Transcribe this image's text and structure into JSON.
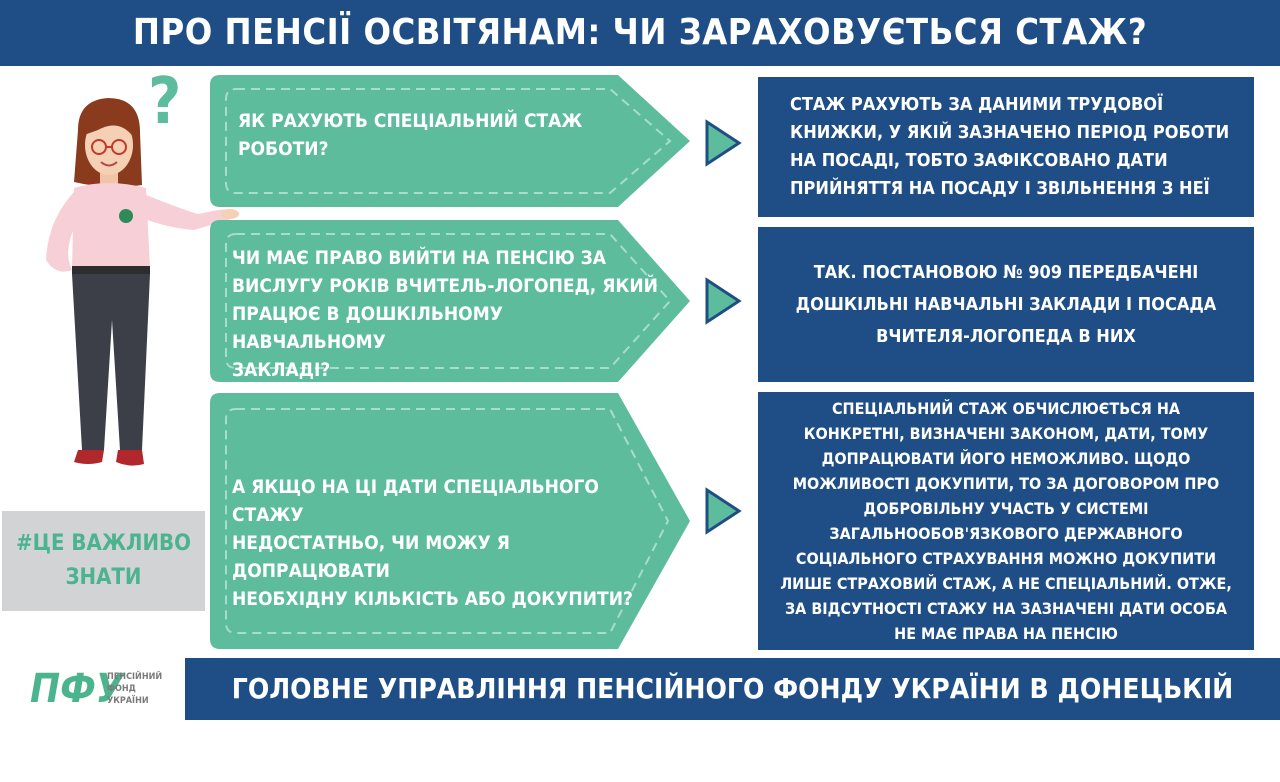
{
  "header": {
    "title": "ПРО ПЕНСІЇ ОСВІТЯНАМ:  ЧИ ЗАРАХОВУЄТЬСЯ СТАЖ?"
  },
  "decor": {
    "question_mark": "?"
  },
  "questions": [
    {
      "lines": [
        "ЯК РАХУЮТЬ СПЕЦІАЛЬНИЙ СТАЖ",
        "РОБОТИ?"
      ]
    },
    {
      "lines": [
        "ЧИ МАЄ ПРАВО ВИЙТИ НА ПЕНСІЮ ЗА",
        "ВИСЛУГУ РОКІВ ВЧИТЕЛЬ-ЛОГОПЕД, ЯКИЙ",
        "ПРАЦЮЄ В ДОШКІЛЬНОМУ НАВЧАЛЬНОМУ",
        "ЗАКЛАДІ?"
      ]
    },
    {
      "lines": [
        "А ЯКЩО НА ЦІ ДАТИ СПЕЦІАЛЬНОГО СТАЖУ",
        "НЕДОСТАТНЬО, ЧИ МОЖУ Я ДОПРАЦЮВАТИ",
        "НЕОБХІДНУ КІЛЬКІСТЬ АБО ДОКУПИТИ?"
      ]
    }
  ],
  "answers": [
    {
      "lines": [
        "СТАЖ РАХУЮТЬ ЗА ДАНИМИ ТРУДОВОЇ",
        "КНИЖКИ, У ЯКІЙ ЗАЗНАЧЕНО ПЕРІОД РОБОТИ",
        "НА ПОСАДІ, ТОБТО ЗАФІКСОВАНО ДАТИ",
        "ПРИЙНЯТТЯ НА ПОСАДУ І ЗВІЛЬНЕННЯ З НЕЇ"
      ]
    },
    {
      "lines": [
        "ТАК. ПОСТАНОВОЮ № 909 ПЕРЕДБАЧЕНІ",
        "ДОШКІЛЬНІ НАВЧАЛЬНІ ЗАКЛАДИ І ПОСАДА",
        "ВЧИТЕЛЯ-ЛОГОПЕДА В НИХ"
      ]
    },
    {
      "lines": [
        "СПЕЦІАЛЬНИЙ СТАЖ ОБЧИСЛЮЄТЬСЯ  НА",
        "КОНКРЕТНІ, ВИЗНАЧЕНІ ЗАКОНОМ, ДАТИ, ТОМУ",
        "ДОПРАЦЮВАТИ  ЙОГО НЕМОЖЛИВО. ЩОДО",
        "МОЖЛИВОСТІ ДОКУПИТИ,  ТО ЗА ДОГОВОРОМ  ПРО",
        "ДОБРОВІЛЬНУ УЧАСТЬ У СИСТЕМІ",
        "ЗАГАЛЬНООБОВ'ЯЗКОВОГО  ДЕРЖАВНОГО",
        "СОЦІАЛЬНОГО СТРАХУВАННЯ МОЖНО ДОКУПИТИ",
        "ЛИШЕ СТРАХОВИЙ СТАЖ, А НЕ СПЕЦІАЛЬНИЙ. ОТЖЕ,",
        "ЗА ВІДСУТНОСТІ СТАЖУ  НА ЗАЗНАЧЕНІ ДАТИ ОСОБА",
        "НЕ МАЄ ПРАВА НА ПЕНСІЮ"
      ]
    }
  ],
  "badge": {
    "line1": "#ЦЕ ВАЖЛИВО",
    "line2": "ЗНАТИ"
  },
  "footer": {
    "logo_abbr": "ПФУ",
    "logo_name": [
      "ПЕНСІЙНИЙ",
      "ФОНД",
      "УКРАЇНИ"
    ],
    "text": "ГОЛОВНЕ УПРАВЛІННЯ ПЕНСІЙНОГО ФОНДУ УКРАЇНИ В ДОНЕЦЬКІЙ ОБЛАСТІ"
  },
  "colors": {
    "navy": "#1f4e86",
    "teal": "#5dbc9c",
    "teal_dark": "#4cb38f",
    "gray": "#d2d3d5"
  },
  "icons": [
    "play-arrow-icon",
    "question-mark",
    "woman-illustration"
  ]
}
